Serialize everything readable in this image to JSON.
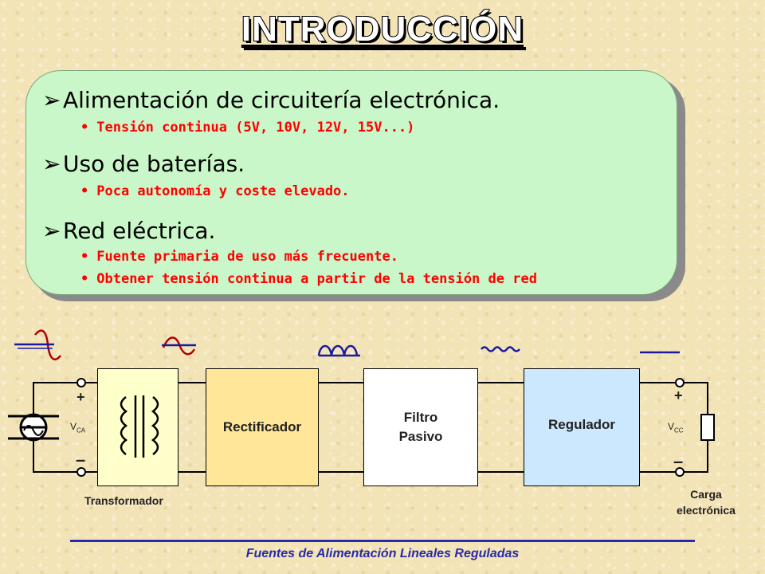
{
  "title": "INTRODUCCIÓN",
  "bullets": [
    {
      "text": "Alimentación de circuitería electrónica.",
      "subs": [
        "Tensión continua (5V, 10V, 12V, 15V...)"
      ]
    },
    {
      "text": "Uso de baterías.",
      "subs": [
        "Poca autonomía y coste elevado."
      ]
    },
    {
      "text": "Red eléctrica.",
      "subs": [
        "Fuente primaria de uso más frecuente.",
        "Obtener tensión continua a partir de la tensión de red"
      ]
    }
  ],
  "diagram": {
    "rectifier": "Rectificador",
    "filter_line1": "Filtro",
    "filter_line2": "Pasivo",
    "regulator": "Regulador",
    "transformer_label": "Transformador",
    "load_label_line1": "Carga",
    "load_label_line2": "electrónica",
    "vca": "V",
    "vca_sub": "CA",
    "vcc": "V",
    "vcc_sub": "CC",
    "plus": "+",
    "minus": "–"
  },
  "colors": {
    "box_bg": "#c9f7c9",
    "transformer_bg": "#ffffcc",
    "rectifier_bg": "#ffe699",
    "filter_bg": "#ffffff",
    "regulator_bg": "#cce8ff",
    "sub_text": "#ff0000",
    "footer": "#2a2aaa"
  },
  "footer": "Fuentes de Alimentación Lineales Reguladas"
}
